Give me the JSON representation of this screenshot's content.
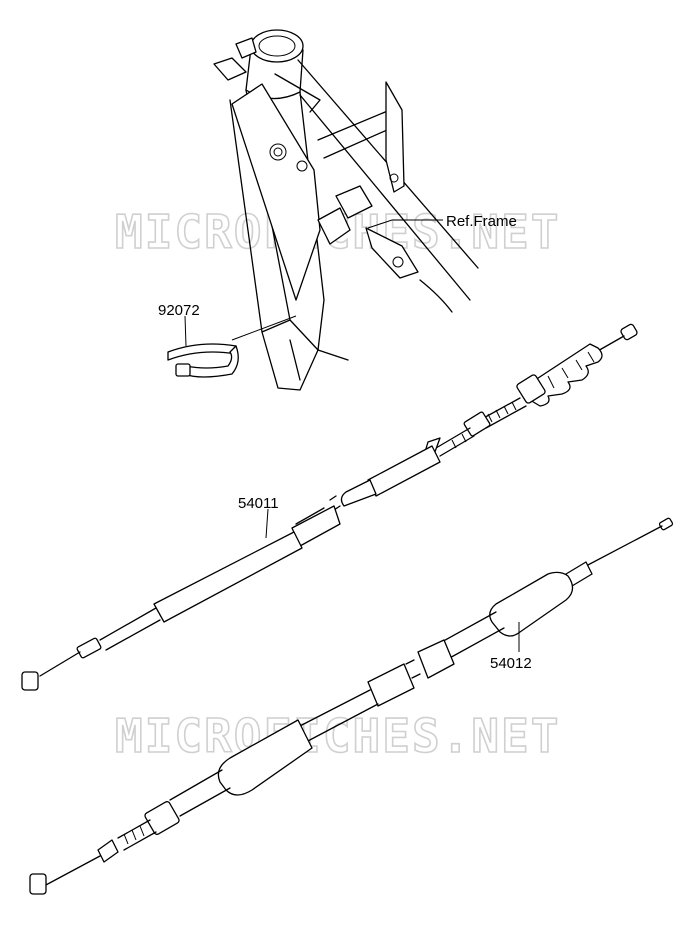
{
  "watermark": "MICROFICHES.NET",
  "labels": {
    "ref_frame": "Ref.Frame",
    "part_92072": "92072",
    "part_54011": "54011",
    "part_54012": "54012"
  }
}
